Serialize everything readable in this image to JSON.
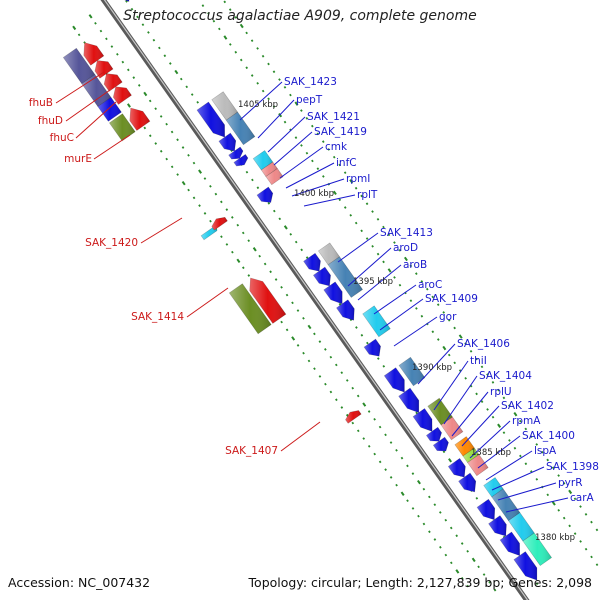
{
  "title": "Streptococcus agalactiae A909, complete genome",
  "footer": {
    "accession_label": "Accession:",
    "accession_value": "NC_007432",
    "topology_label": "Topology:",
    "topology_value": "circular",
    "length_label": "Length:",
    "length_value": "2,127,839 bp",
    "genes_label": "Genes:",
    "genes_value": "2,098"
  },
  "colors": {
    "backbone": "#8a8a8a",
    "forward_label": "#1a1acc",
    "reverse_label": "#cc1a1a",
    "tick_dots": "#2a8a2a",
    "gene_blue": "#1010e0",
    "gene_red": "#e01010",
    "gene_olive": "#6b8e23",
    "gene_steel": "#4682b4",
    "gene_cyan": "#22ccee",
    "gene_pink": "#ee8888",
    "gene_gray": "#bbbbbb",
    "gene_orange": "#ff8800",
    "gene_purple": "#555599"
  },
  "scale": [
    {
      "label": "1405 kbp"
    },
    {
      "label": "1400 kbp"
    },
    {
      "label": "1395 kbp"
    },
    {
      "label": "1390 kbp"
    },
    {
      "label": "1385 kbp"
    },
    {
      "label": "1380 kbp"
    }
  ],
  "forward_genes": [
    {
      "label": "SAK_1423"
    },
    {
      "label": "pepT"
    },
    {
      "label": "SAK_1421"
    },
    {
      "label": "SAK_1419"
    },
    {
      "label": "cmk"
    },
    {
      "label": "infC"
    },
    {
      "label": "rpmI"
    },
    {
      "label": "rplT"
    },
    {
      "label": "SAK_1413"
    },
    {
      "label": "aroD"
    },
    {
      "label": "aroB"
    },
    {
      "label": "aroC"
    },
    {
      "label": "SAK_1409"
    },
    {
      "label": "gor"
    },
    {
      "label": "SAK_1406"
    },
    {
      "label": "thiI"
    },
    {
      "label": "SAK_1404"
    },
    {
      "label": "rplU"
    },
    {
      "label": "SAK_1402"
    },
    {
      "label": "rpmA"
    },
    {
      "label": "SAK_1400"
    },
    {
      "label": "lspA"
    },
    {
      "label": "SAK_1398"
    },
    {
      "label": "pyrR"
    },
    {
      "label": "carA"
    }
  ],
  "reverse_genes": [
    {
      "label": "fhuB"
    },
    {
      "label": "fhuD"
    },
    {
      "label": "fhuC"
    },
    {
      "label": "murE"
    },
    {
      "label": "SAK_1420"
    },
    {
      "label": "SAK_1414"
    },
    {
      "label": "SAK_1407"
    }
  ]
}
